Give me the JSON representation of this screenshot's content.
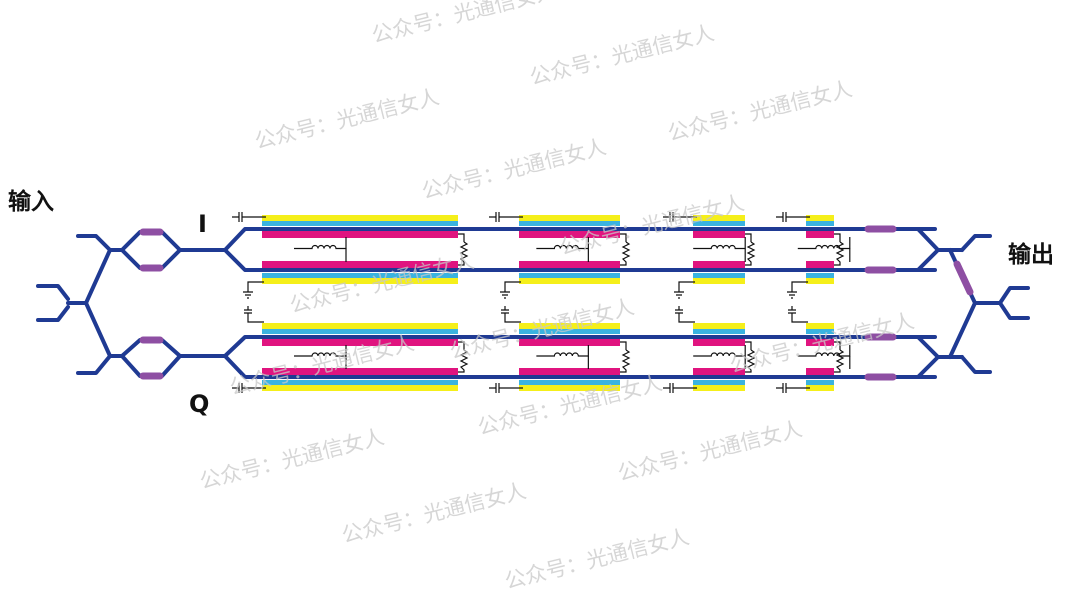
{
  "labels": {
    "input": "输入",
    "output": "输出",
    "i_arm": "I",
    "q_arm": "Q"
  },
  "watermark": {
    "text": "公众号：光通信女人"
  },
  "colors": {
    "waveguide": "#1f3a93",
    "phase_shifter": "#8e4fa3",
    "electrode_outer": "#f5ef1a",
    "electrode_signal": "#e0147f",
    "electrode_ground": "#3ab3e0",
    "circuit": "#111111"
  }
}
